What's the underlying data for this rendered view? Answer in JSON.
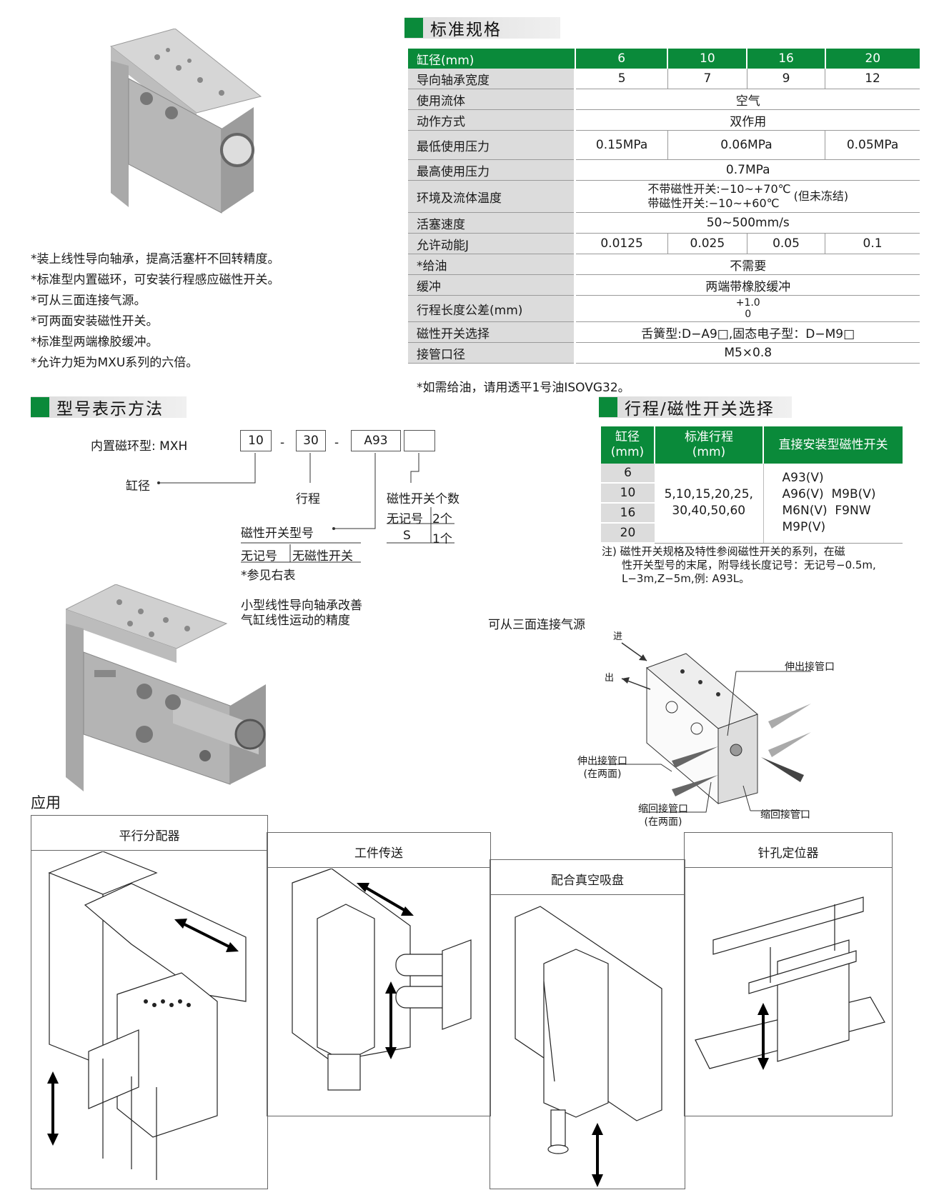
{
  "features": [
    "*装上线性导向轴承，提高活塞杆不回转精度。",
    "*标准型内置磁环，可安装行程感应磁性开关。",
    "*可从三面连接气源。",
    "*可两面安装磁性开关。",
    "*标准型两端橡胶缓冲。",
    "*允许力矩为MXU系列的六倍。"
  ],
  "spec": {
    "title": "标准规格",
    "header": {
      "label": "缸径(mm)",
      "cols": [
        "6",
        "10",
        "16",
        "20"
      ]
    },
    "rows": {
      "r1": {
        "label": "导向轴承宽度",
        "vals": [
          "5",
          "7",
          "9",
          "12"
        ]
      },
      "r2": {
        "label": "使用流体",
        "val": "空气"
      },
      "r3": {
        "label": "动作方式",
        "val": "双作用"
      },
      "r4": {
        "label": "最低使用压力",
        "vals": [
          "0.15MPa",
          "0.06MPa",
          "0.05MPa"
        ]
      },
      "r5": {
        "label": "最高使用压力",
        "val": "0.7MPa"
      },
      "r6": {
        "label": "环境及流体温度",
        "l1": "不带磁性开关:−10~+70℃",
        "l2": "带磁性开关:−10~+60℃",
        "side": "(但未冻结)"
      },
      "r7": {
        "label": "活塞速度",
        "val": "50~500mm/s"
      },
      "r8": {
        "label": "允许动能J",
        "vals": [
          "0.0125",
          "0.025",
          "0.05",
          "0.1"
        ]
      },
      "r9": {
        "label": "*给油",
        "val": "不需要"
      },
      "r10": {
        "label": "缓冲",
        "val": "两端带橡胶缓冲"
      },
      "r11": {
        "label": "行程长度公差(mm)",
        "up": "+1.0",
        "down": "0"
      },
      "r12": {
        "label": "磁性开关选择",
        "val": "舌簧型:D−A9□,固态电子型：D−M9□"
      },
      "r13": {
        "label": "接管口径",
        "val": "M5×0.8"
      }
    },
    "note": "*如需给油，请用透平1号油ISOVG32。"
  },
  "model": {
    "title": "型号表示方法",
    "prefix": "内置磁环型: MXH",
    "b1": "10",
    "dash1": "-",
    "b2": "30",
    "dash2": "-",
    "b3": "A93",
    "bore": "缸径",
    "stroke": "行程",
    "count_title": "磁性开关个数",
    "c1k": "无记号",
    "c1v": "2个",
    "c2k": "S",
    "c2v": "1个",
    "sw_title": "磁性开关型号",
    "swk": "无记号",
    "swv": "无磁性开关",
    "see": "*参见右表"
  },
  "stroke_sel": {
    "title": "行程/磁性开关选择",
    "h1a": "缸径",
    "h1b": "(mm)",
    "h2a": "标准行程",
    "h2b": "(mm)",
    "h3": "直接安装型磁性开关",
    "bores": [
      "6",
      "10",
      "16",
      "20"
    ],
    "strokes1": "5,10,15,20,25,",
    "strokes2": "30,40,50,60",
    "sw1": "A93(V)",
    "sw2": "A96(V)  M9B(V)",
    "sw3": "M6N(V)  F9NW",
    "sw4": "M9P(V)",
    "note1": "注) 磁性开关规格及特性参阅磁性开关的系列，在磁",
    "note2": "性开关型号的末尾，附导线长度记号：无记号−0.5m,",
    "note3": "L−3m,Z−5m,例: A93L。"
  },
  "product2": {
    "c1": "小型线性导向轴承改善",
    "c2": "气缸线性运动的精度"
  },
  "ports": {
    "title": "可从三面连接气源",
    "in": "进",
    "out": "出",
    "ext_r": "伸出接管口",
    "ext_l": "伸出接管口",
    "ext_l2": "(在两面)",
    "ret_l": "缩回接管口",
    "ret_l2": "(在两面)",
    "ret_r": "缩回接管口"
  },
  "apps": {
    "title": "应用",
    "a1": "平行分配器",
    "a2": "工件传送",
    "a3": "配合真空吸盘",
    "a4": "针孔定位器"
  }
}
